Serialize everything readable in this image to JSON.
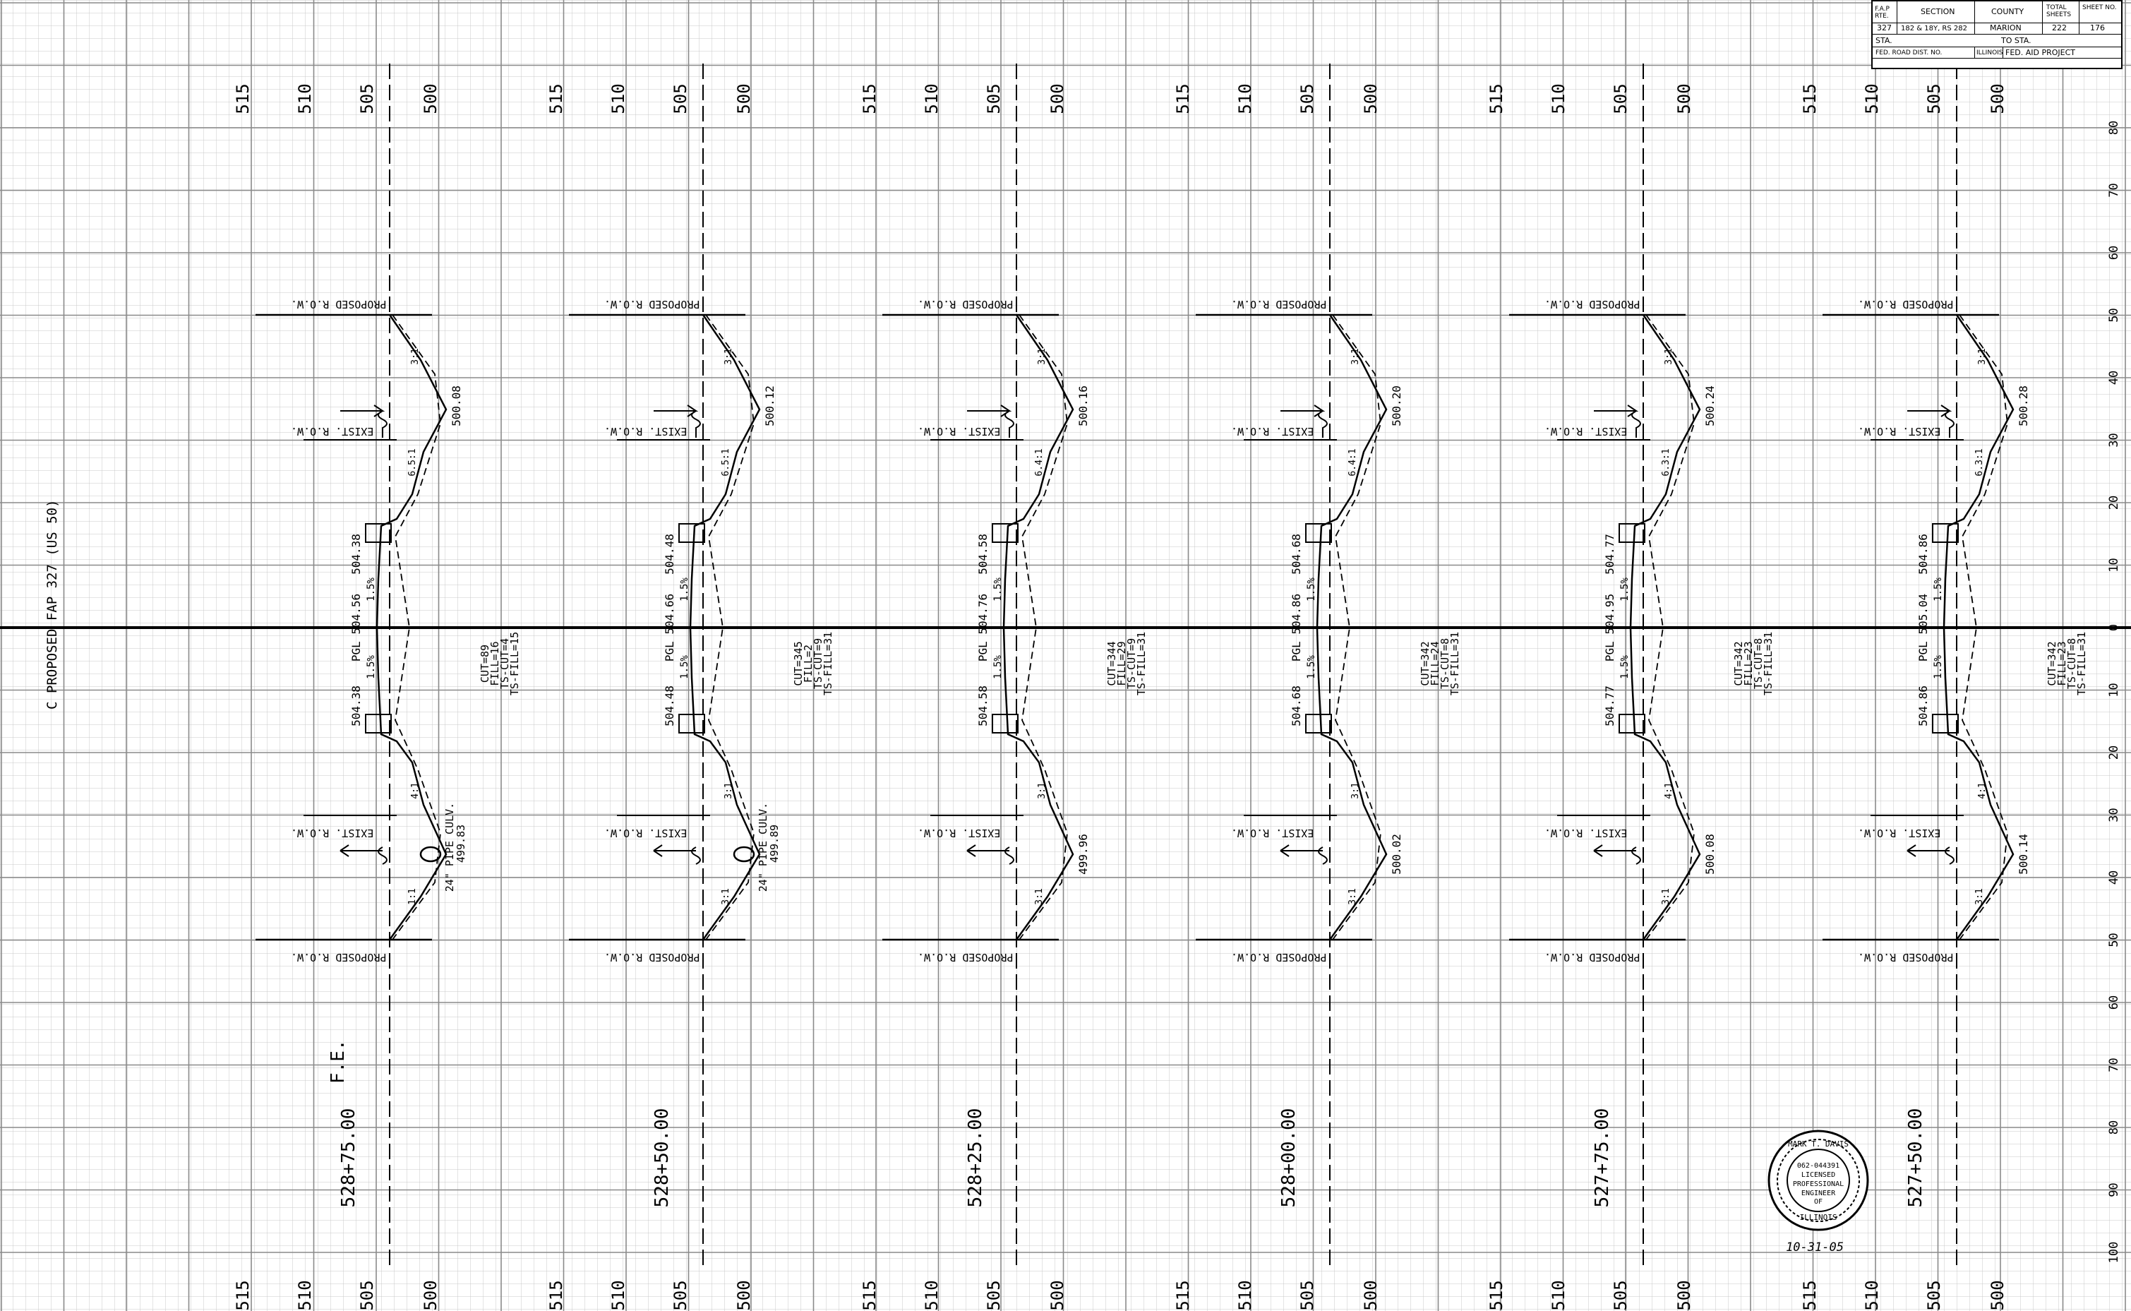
{
  "title_block": {
    "h_fap_rte": "F.A.P RTE.",
    "h_section": "SECTION",
    "h_county": "COUNTY",
    "h_total_sheets": "TOTAL SHEETS",
    "h_sheet_no": "SHEET NO.",
    "v_fap_rte": "327",
    "v_section": "182 & 18Y, RS 282",
    "v_county": "MARION",
    "v_total_sheets": "222",
    "v_sheet_no": "176",
    "sta_label": "STA.",
    "to_sta_label": "TO STA.",
    "fed_road_label": "FED. ROAD DIST. NO.",
    "state": "ILLINOIS",
    "fed_aid": "FED. AID PROJECT"
  },
  "centerline_label": "C PROPOSED FAP 327 (US 50)",
  "fe_label": "F.E.",
  "elevation_labels": [
    "515",
    "510",
    "505",
    "500"
  ],
  "offset_labels": [
    "80",
    "70",
    "60",
    "50",
    "40",
    "30",
    "20",
    "10",
    "0",
    "10",
    "20",
    "30",
    "40",
    "50",
    "60",
    "70",
    "80",
    "90",
    "100"
  ],
  "sections": [
    {
      "station": "528+75.00",
      "pgl": "PGL 504.56",
      "edge": "504.38",
      "high_dim": "500.08",
      "low_dim": "",
      "quantities": [
        "CUT=89",
        "FILL=16",
        "TS-CUT=4",
        "TS-FILL=15"
      ],
      "culvert": "24\" PIPE CULV.",
      "culvert_elev": "499.83",
      "slope_a": "3:1",
      "slope_b": "6.5:1",
      "slope_c": "4:1",
      "slope_d": "1:1",
      "crown": "1.5%"
    },
    {
      "station": "528+50.00",
      "pgl": "PGL 504.66",
      "edge": "504.48",
      "high_dim": "500.12",
      "low_dim": "",
      "quantities": [
        "CUT=345",
        "FILL=2",
        "TS-CUT=9",
        "TS-FILL=31"
      ],
      "culvert": "24\" PIPE CULV.",
      "culvert_elev": "499.89",
      "slope_a": "3:1",
      "slope_b": "6.5:1",
      "slope_c": "3:1",
      "slope_d": "3:1",
      "crown": "1.5%"
    },
    {
      "station": "528+25.00",
      "pgl": "PGL 504.76",
      "edge": "504.58",
      "high_dim": "500.16",
      "low_dim": "499.96",
      "quantities": [
        "CUT=344",
        "FILL=29",
        "TS-CUT=9",
        "TS-FILL=31"
      ],
      "culvert": "",
      "culvert_elev": "",
      "slope_a": "3:1",
      "slope_b": "6.4:1",
      "slope_c": "3:1",
      "slope_d": "3:1",
      "crown": "1.5%"
    },
    {
      "station": "528+00.00",
      "pgl": "PGL 504.86",
      "edge": "504.68",
      "high_dim": "500.20",
      "low_dim": "500.02",
      "quantities": [
        "CUT=342",
        "FILL=24",
        "TS-CUT=8",
        "TS-FILL=31"
      ],
      "culvert": "",
      "culvert_elev": "",
      "slope_a": "3:1",
      "slope_b": "6.4:1",
      "slope_c": "3:1",
      "slope_d": "3:1",
      "crown": "1.5%"
    },
    {
      "station": "527+75.00",
      "pgl": "PGL 504.95",
      "edge": "504.77",
      "high_dim": "500.24",
      "low_dim": "500.08",
      "quantities": [
        "CUT=342",
        "FILL=23",
        "TS-CUT=8",
        "TS-FILL=31"
      ],
      "culvert": "",
      "culvert_elev": "",
      "slope_a": "3:1",
      "slope_b": "6.3:1",
      "slope_c": "4:1",
      "slope_d": "3:1",
      "crown": "1.5%"
    },
    {
      "station": "527+50.00",
      "pgl": "PGL 505.04",
      "edge": "504.86",
      "high_dim": "500.28",
      "low_dim": "500.14",
      "quantities": [
        "CUT=342",
        "FILL=23",
        "TS-CUT=8",
        "TS-FILL=31"
      ],
      "culvert": "",
      "culvert_elev": "",
      "slope_a": "3:1",
      "slope_b": "6.3:1",
      "slope_c": "4:1",
      "slope_d": "3:1",
      "crown": "1.5%"
    }
  ],
  "row_labels": {
    "proposed": "PROPOSED R.O.W.",
    "existing": "EXIST. R.O.W."
  },
  "seal": {
    "name": "MARK T. DAVIS",
    "number": "062-044391",
    "line1": "LICENSED",
    "line2": "PROFESSIONAL",
    "line3": "ENGINEER",
    "line4": "OF",
    "state": "ILLINOIS",
    "date": "10-31-05"
  }
}
